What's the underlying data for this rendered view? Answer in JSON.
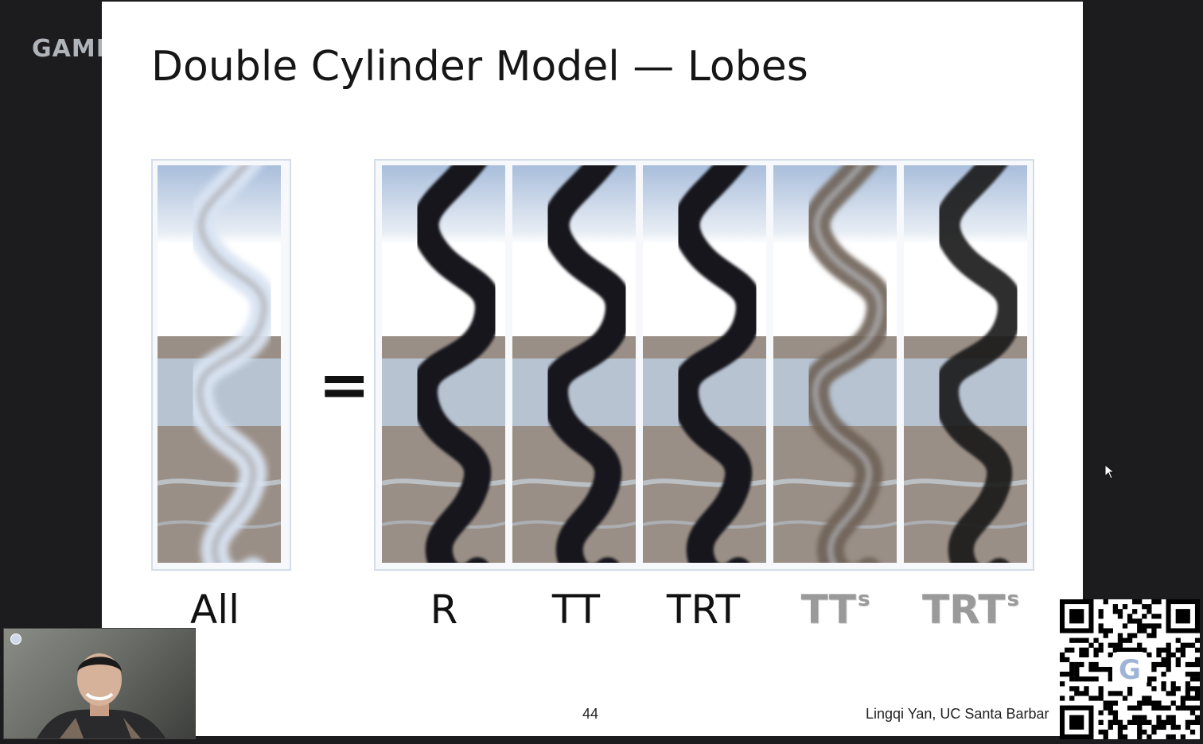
{
  "watermark": "GAME",
  "slide": {
    "title": "Double Cylinder Model — Lobes",
    "equals_sign": "=",
    "page_number": "44",
    "footer": "Lingqi Yan, UC Santa Barbar"
  },
  "panels": [
    {
      "label": "All",
      "label_sup": "",
      "style": "all"
    },
    {
      "label": "R",
      "label_sup": "",
      "style": "dark"
    },
    {
      "label": "TT",
      "label_sup": "",
      "style": "dark"
    },
    {
      "label": "TRT",
      "label_sup": "",
      "style": "dark"
    },
    {
      "label": "TT",
      "label_sup": "s",
      "style": "mid"
    },
    {
      "label": "TRT",
      "label_sup": "s",
      "style": "dark2"
    }
  ],
  "colors": {
    "sky": "#a9bedb",
    "ground": "#9a8f86",
    "dark_fiber": "#16141a",
    "mid_fiber": "#6f6257",
    "light_fiber": "#d9e4f2"
  },
  "icons": [
    "webcam-feed",
    "qr-code-icon",
    "mouse-cursor-icon"
  ]
}
